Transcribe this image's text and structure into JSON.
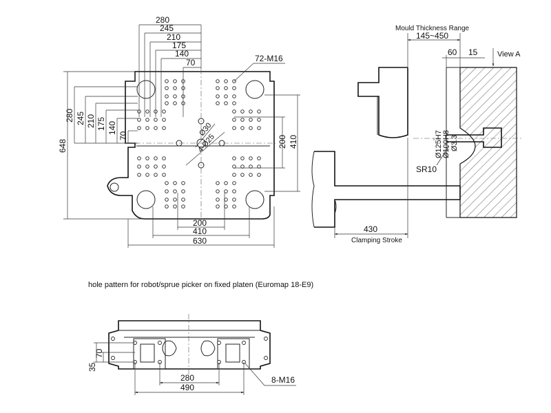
{
  "front_view": {
    "top_dims": [
      "280",
      "245",
      "210",
      "175",
      "140",
      "70"
    ],
    "left_dims": [
      "280",
      "245",
      "210",
      "175",
      "140",
      "70"
    ],
    "overall_height": "648",
    "thread_callout": "72-M16",
    "dia_30": "Ø30",
    "dia_25": "4-Ø25",
    "right_dims": [
      "200",
      "410"
    ],
    "bottom_dims": [
      "200",
      "410",
      "630"
    ]
  },
  "side_view": {
    "mould_label": "Mould Thickness Range",
    "mould_range": "145~450",
    "dim_60": "60",
    "dim_15": "15",
    "view_a": "View A",
    "dia_125": "Ø125H7",
    "dia_100": "Ø100H8",
    "dia_3": "Ø3.3",
    "sr10": "SR10",
    "stroke_value": "430",
    "stroke_label": "Clamping Stroke"
  },
  "caption": "hole pattern for robot/sprue picker on fixed platen (Euromap 18-E9)",
  "bottom_view": {
    "dim_35": "35",
    "dim_70": "70",
    "dim_280": "280",
    "dim_490": "490",
    "thread_callout": "8-M16"
  }
}
